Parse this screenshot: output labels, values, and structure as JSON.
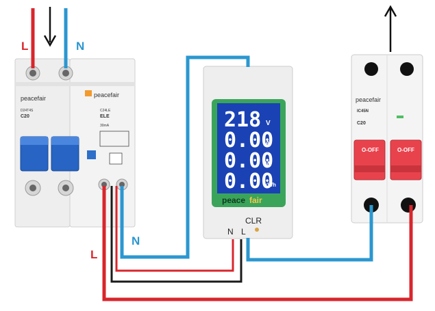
{
  "labels": {
    "top_L": "L",
    "top_N": "N",
    "bottom_N": "N",
    "bottom_L": "L"
  },
  "rcbo": {
    "brand": "peacefair",
    "model_a": "D24T4S",
    "rating": "C20",
    "model_b": "C24LE",
    "series": "ELE",
    "current": "30mA"
  },
  "meter": {
    "voltage": "218",
    "voltage_unit": "V",
    "current": "0.00",
    "current_unit": "A",
    "power": "0.00",
    "power_unit": "W",
    "energy": "0.00",
    "energy_unit": "kWh",
    "brand_a": "peace",
    "brand_b": "fair",
    "clr": "CLR",
    "term_n": "N",
    "term_l": "L"
  },
  "breaker": {
    "brand": "peacefair",
    "model": "IC45N",
    "rating": "C20",
    "off_left": "O-OFF",
    "off_right": "O-OFF"
  },
  "colors": {
    "live": "#d8262c",
    "neutral": "#2b97d0",
    "black": "#1a1a1a",
    "lcd": "#1a42b4",
    "lcd_bezel": "#3aa55a",
    "breaker_red": "#e8434d"
  }
}
